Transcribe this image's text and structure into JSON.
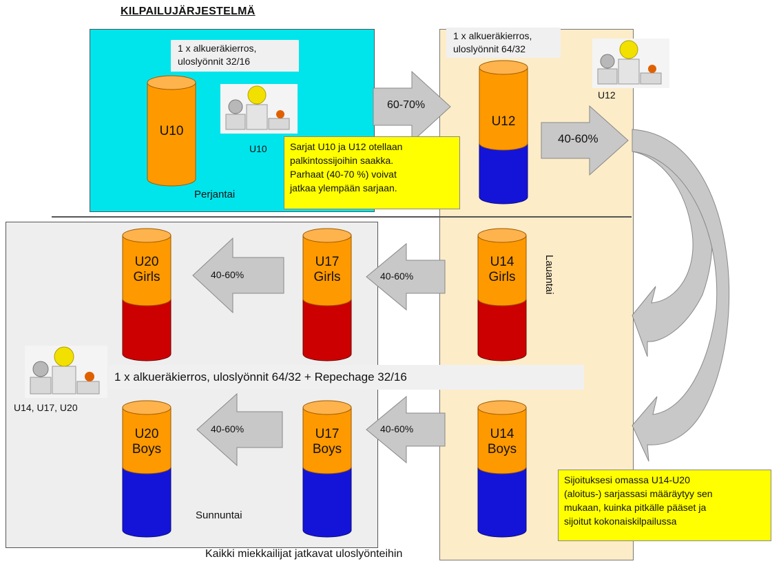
{
  "title": "KILPAILUJÄRJESTELMÄ",
  "friday": {
    "note_line1": "1 x alkueräkierros,",
    "note_line2": "uloslyönnit  32/16",
    "cylinder_label": "U10",
    "podium_label": "U10",
    "day_label": "Perjantai"
  },
  "arrow_fri_sat": "60-70%",
  "yellow_box_top": {
    "line1": "Sarjat U10 ja U12 otellaan",
    "line2": "palkintossijoihin saakka.",
    "line3": "Parhaat (40-70 %) voivat",
    "line4": "jatkaa ylempään sarjaan."
  },
  "saturday": {
    "note_line1": "1 x alkueräkierros,",
    "note_line2": "uloslyönnit  64/32",
    "cylinder_label": "U12",
    "podium_label": "U12",
    "arrow_label": "40-60%",
    "day_label": "Lauantai",
    "girls_line1": "U14",
    "girls_line2": "Girls",
    "boys_line1": "U14",
    "boys_line2": "Boys"
  },
  "sunday": {
    "u17_girls_line1": "U17",
    "u17_girls_line2": "Girls",
    "u20_girls_line1": "U20",
    "u20_girls_line2": "Girls",
    "u17_boys_line1": "U17",
    "u17_boys_line2": "Boys",
    "u20_boys_line1": "U20",
    "u20_boys_line2": "Boys",
    "arrow_girls_1": "40-60%",
    "arrow_girls_2": "40-60%",
    "arrow_boys_1": "40-60%",
    "arrow_boys_2": "40-60%",
    "note": "1 x alkueräkierros, uloslyönnit 64/32 + Repechage 32/16",
    "podium_label": "U14, U17, U20",
    "day_label": "Sunnuntai"
  },
  "yellow_box_bottom": {
    "line1": "Sijoituksesi omassa U14-U20",
    "line2": "(aloitus-) sarjassasi määräytyy sen",
    "line3": "mukaan, kuinka pitkälle pääset ja",
    "line4": "sijoitut kokonaiskilpailussa"
  },
  "footer": "Kaikki miekkailijat jatkavat uloslyönteihin",
  "colors": {
    "orange": "#ff9900",
    "blue": "#1414d8",
    "red": "#cc0000",
    "cyan_panel": "#00e5ec",
    "saturday_panel": "#fcecc8",
    "sunday_panel": "#eeeeee",
    "note_yellow": "#ffff00",
    "arrow_gray": "#c8c8c8"
  },
  "icons": [
    "podium-icon",
    "gold-ball-icon",
    "silver-ball-icon",
    "bronze-ball-icon"
  ]
}
